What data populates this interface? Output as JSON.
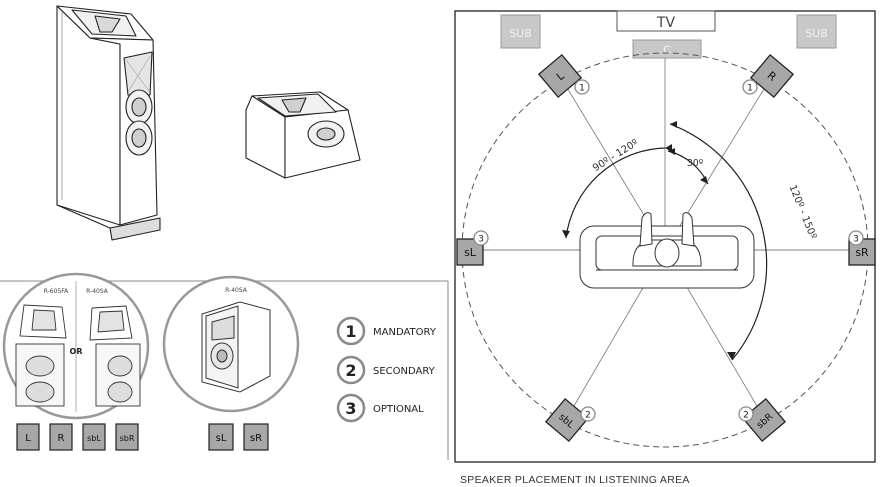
{
  "diagram": {
    "tv_label": "TV",
    "sub_label": "SUB",
    "center_label": "C",
    "angle_front_wide": "90º - 120º",
    "angle_front_narrow": "30º",
    "angle_surround": "120º - 150º",
    "caption": "SPEAKER PLACEMENT IN LISTENING AREA",
    "speakers": [
      {
        "id": "L",
        "label": "L",
        "level": "1"
      },
      {
        "id": "R",
        "label": "R",
        "level": "1"
      },
      {
        "id": "sL",
        "label": "sL",
        "level": "3"
      },
      {
        "id": "sR",
        "label": "sR",
        "level": "3"
      },
      {
        "id": "sbL",
        "label": "sbL",
        "level": "2"
      },
      {
        "id": "sbR",
        "label": "sbR",
        "level": "2"
      }
    ]
  },
  "models": {
    "left_a": "R-605FA",
    "left_b": "R-40SA",
    "or_label": "OR",
    "right": "R-40SA",
    "left_boxes": [
      "L",
      "R",
      "sbL",
      "sbR"
    ],
    "right_boxes": [
      "sL",
      "sR"
    ]
  },
  "legend": [
    {
      "num": "1",
      "label": "MANDATORY"
    },
    {
      "num": "2",
      "label": "SECONDARY"
    },
    {
      "num": "3",
      "label": "OPTIONAL"
    }
  ],
  "colors": {
    "line": "#222222",
    "speaker_fill": "#a7a7a7",
    "light_fill": "#c8c8c8",
    "badge_stroke": "#8a8a8a"
  }
}
